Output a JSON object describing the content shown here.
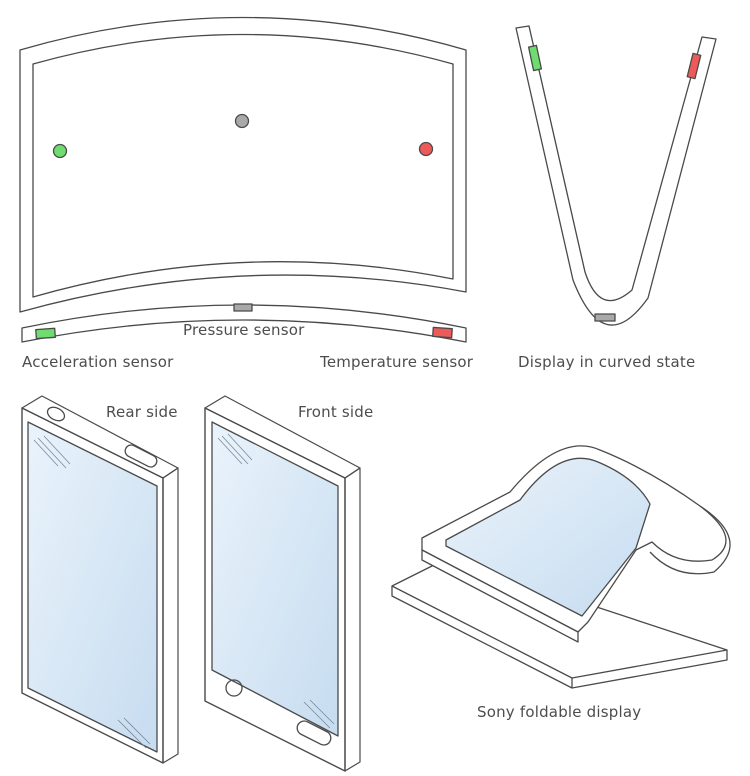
{
  "labels": {
    "pressure_sensor": "Pressure sensor",
    "acceleration_sensor": "Acceleration sensor",
    "temperature_sensor": "Temperature sensor",
    "curved_state": "Display in curved state",
    "rear_side": "Rear side",
    "front_side": "Front side",
    "foldable": "Sony foldable display"
  },
  "colors": {
    "outline": "#4a4a4a",
    "screen": "#dbe9f6",
    "acceleration": "#6fdc6f",
    "temperature": "#ee5a5a",
    "pressure": "#a9a9a9"
  }
}
